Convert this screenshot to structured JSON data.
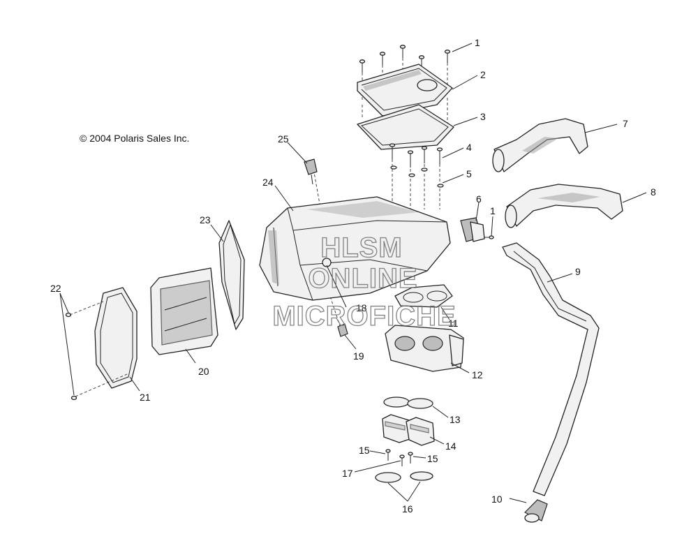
{
  "copyright": "© 2004 Polaris Sales Inc.",
  "watermark": [
    "HLSM",
    "ONLINE",
    "MICROFICHE"
  ],
  "callouts": [
    "1",
    "2",
    "3",
    "4",
    "5",
    "6",
    "7",
    "8",
    "9",
    "10",
    "11",
    "12",
    "13",
    "14",
    "15",
    "16",
    "17",
    "18",
    "19",
    "20",
    "21",
    "22",
    "23",
    "24",
    "25"
  ],
  "extra_callouts": {
    "bolt_near_6": "1",
    "plug_right": "15"
  }
}
